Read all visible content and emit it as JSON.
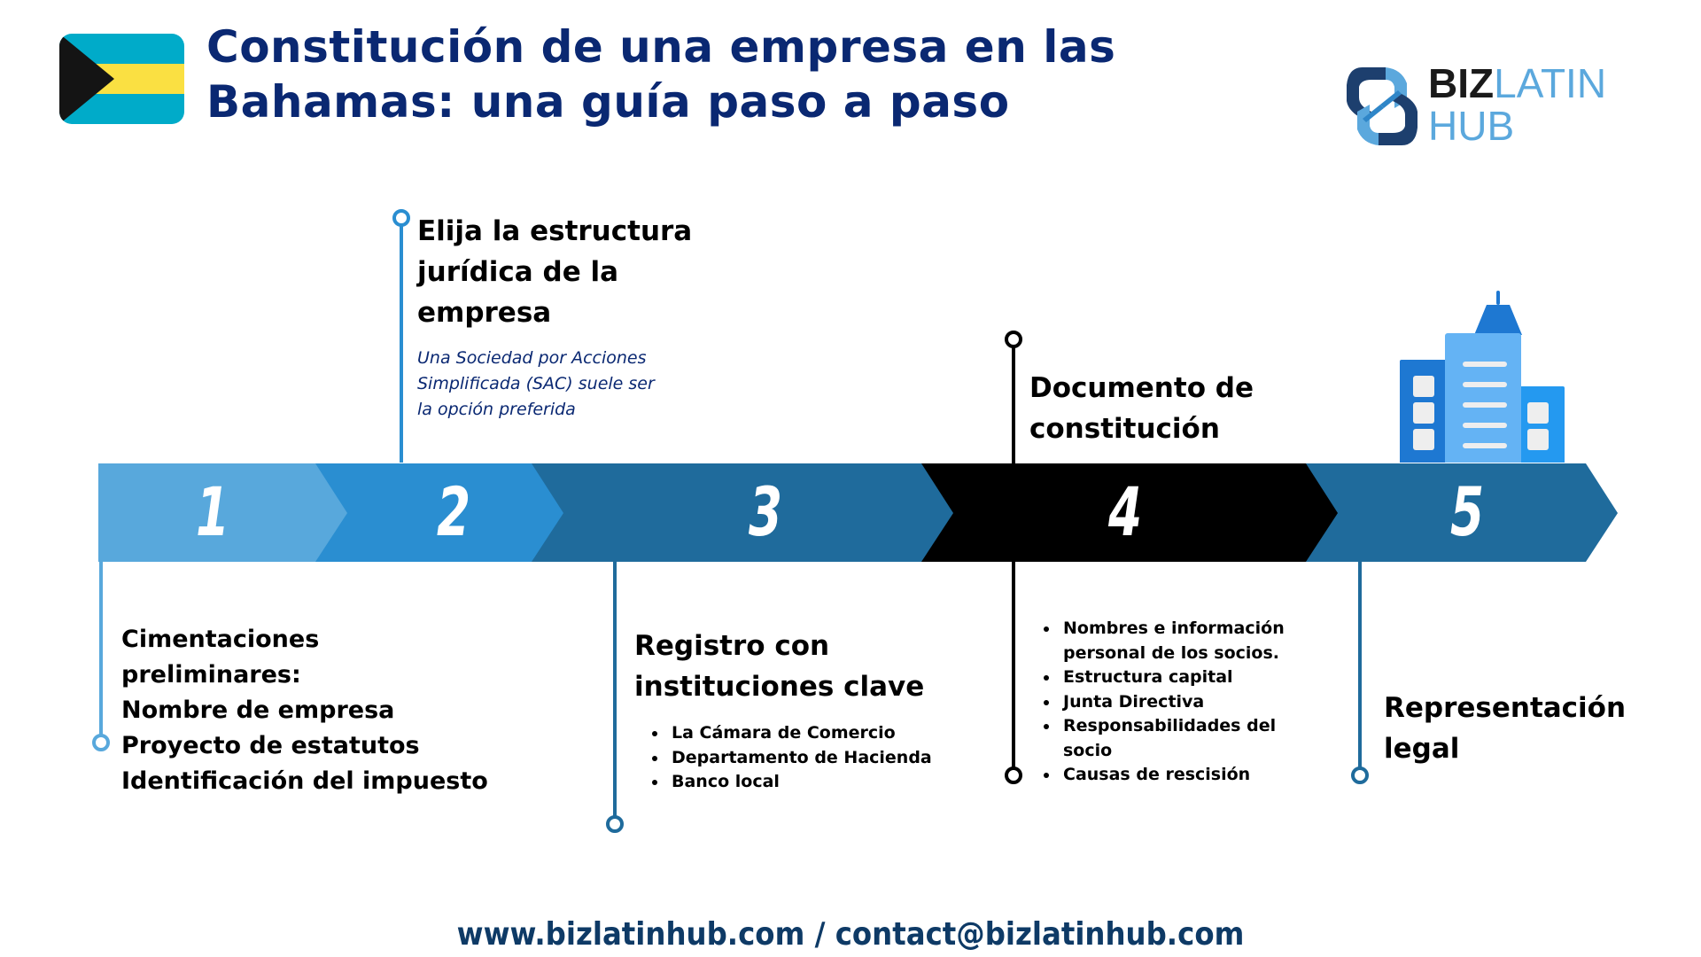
{
  "header": {
    "title_line1": "Constitución de una empresa en las",
    "title_line2": "Bahamas: una guía paso a paso",
    "flag_icon": "bahamas-flag-icon",
    "title_color": "#0a2872"
  },
  "logo": {
    "biz": "BIZ",
    "latin": "LATIN",
    "hub": "HUB",
    "icon": "bizlatinhub-logo-icon"
  },
  "timeline": {
    "segment_colors": [
      "#58a8dc",
      "#2a8ed1",
      "#1f6b9c",
      "#000000",
      "#1f6b9c"
    ],
    "steps": [
      {
        "number": "1",
        "lines": [
          "Cimentaciones",
          "preliminares:",
          "Nombre de empresa",
          "Proyecto de estatutos",
          "Identificación del impuesto"
        ]
      },
      {
        "number": "2",
        "heading_lines": [
          "Elija la estructura",
          "jurídica de la",
          "empresa"
        ],
        "note_lines": [
          "Una Sociedad por Acciones",
          "Simplificada (SAC) suele ser",
          "la opción preferida"
        ]
      },
      {
        "number": "3",
        "heading_lines": [
          "Registro con",
          "instituciones clave"
        ],
        "bullets": [
          "La Cámara de Comercio",
          "Departamento de Hacienda",
          "Banco local"
        ]
      },
      {
        "number": "4",
        "heading_lines": [
          "Documento de",
          "constitución"
        ],
        "bullets": [
          "Nombres e información personal de los socios.",
          "Estructura capital",
          "Junta Directiva",
          "Responsabilidades del socio",
          "Causas de rescisión"
        ]
      },
      {
        "number": "5",
        "heading_lines": [
          "Representación",
          "legal"
        ],
        "icon": "office-building-icon"
      }
    ]
  },
  "footer": {
    "contact": "www.bizlatinhub.com / contact@bizlatinhub.com"
  }
}
